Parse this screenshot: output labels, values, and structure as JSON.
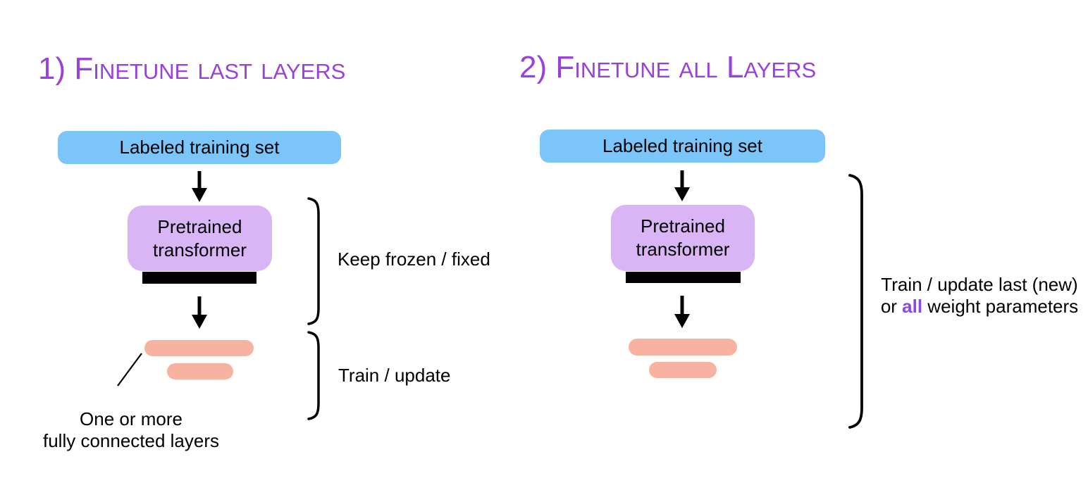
{
  "diagram": {
    "left": {
      "title": "1) Finetune last layers",
      "training_box": "Labeled training set",
      "model_line1": "Pretrained",
      "model_line2": "transformer",
      "frozen_label": "Keep frozen / fixed",
      "train_label": "Train / update",
      "caption_line1": "One or more",
      "caption_line2": "fully connected layers"
    },
    "right": {
      "title": "2) Finetune all Layers",
      "training_box": "Labeled training set",
      "model_line1": "Pretrained",
      "model_line2": "transformer",
      "note_line1": "Train / update last (new)",
      "note_line2_prefix": "or ",
      "note_line2_highlight": "all",
      "note_line2_suffix": " weight parameters"
    },
    "colors": {
      "title": "#9a41d9",
      "highlight": "#8d46ea",
      "training_box": "#7cc5f9",
      "model_box": "#d9b5f5",
      "layer_bar": "#f7b2a1",
      "bar": "#000000",
      "text": "#111111"
    }
  }
}
